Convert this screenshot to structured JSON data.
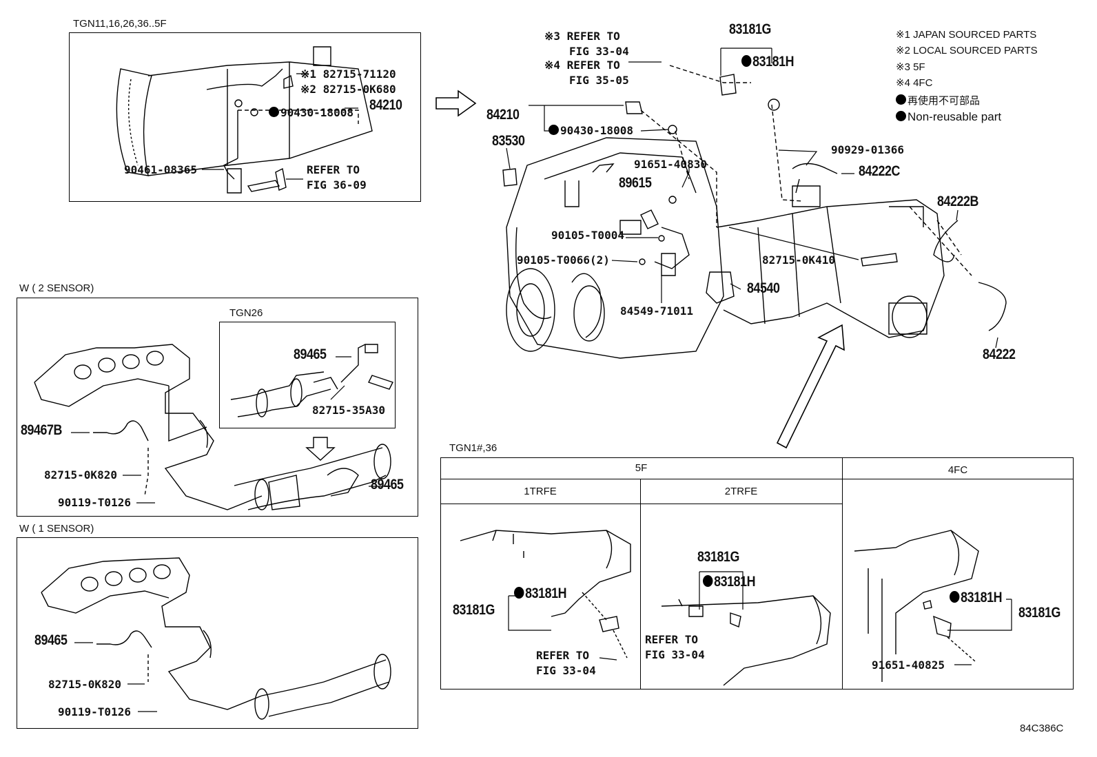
{
  "legend": {
    "note1": "※1  JAPAN SOURCED PARTS",
    "note2": "※2  LOCAL SOURCED PARTS",
    "note3": "※3   5F",
    "note4": "※4   4FC",
    "nonreusable_jp": "再使用不可部品",
    "nonreusable_en": "Non-reusable part"
  },
  "refer_notes": {
    "r3_a": "※3  REFER TO",
    "r3_b": "FIG 33-04",
    "r4_a": "※4  REFER TO",
    "r4_b": "FIG 35-05"
  },
  "inset_top": {
    "title": "TGN11,16,26,36..5F",
    "p1": "※1 82715-71120",
    "p2": "※2 82715-0K680",
    "p3": "90430-18008",
    "p4": "84210",
    "p5": "90461-08365",
    "ref_a": "REFER TO",
    "ref_b": "FIG 36-09"
  },
  "main": {
    "p84210": "84210",
    "p90430": "90430-18008",
    "p83530": "83530",
    "p91651": "91651-40830",
    "p89615": "89615",
    "p90105a": "90105-T0004",
    "p90105b": "90105-T0066(2)",
    "p84540": "84540",
    "p84549": "84549-71011",
    "p83181G": "83181G",
    "p83181H": "83181H",
    "p90929": "90929-01366",
    "p84222C": "84222C",
    "p84222B": "84222B",
    "p82715": "82715-0K410",
    "p84222": "84222"
  },
  "w2": {
    "title": "W ( 2 SENSOR)",
    "tgn26": "TGN26",
    "p89465a": "89465",
    "p82715a": "82715-35A30",
    "p89467B": "89467B",
    "p82715b": "82715-0K820",
    "p90119": "90119-T0126",
    "p89465b": "89465"
  },
  "w1": {
    "title": "W ( 1 SENSOR)",
    "p89465": "89465",
    "p82715": "82715-0K820",
    "p90119": "90119-T0126"
  },
  "table": {
    "title": "TGN1#,36",
    "h5f": "5F",
    "h4fc": "4FC",
    "h1trfe": "1TRFE",
    "h2trfe": "2TRFE",
    "c1_83181H": "83181H",
    "c1_83181G": "83181G",
    "c1_ref_a": "REFER TO",
    "c1_ref_b": "FIG 33-04",
    "c2_83181G": "83181G",
    "c2_83181H": "83181H",
    "c2_ref_a": "REFER TO",
    "c2_ref_b": "FIG 33-04",
    "c3_83181H": "83181H",
    "c3_83181G": "83181G",
    "c3_91651": "91651-40825"
  },
  "footer_code": "84C386C"
}
